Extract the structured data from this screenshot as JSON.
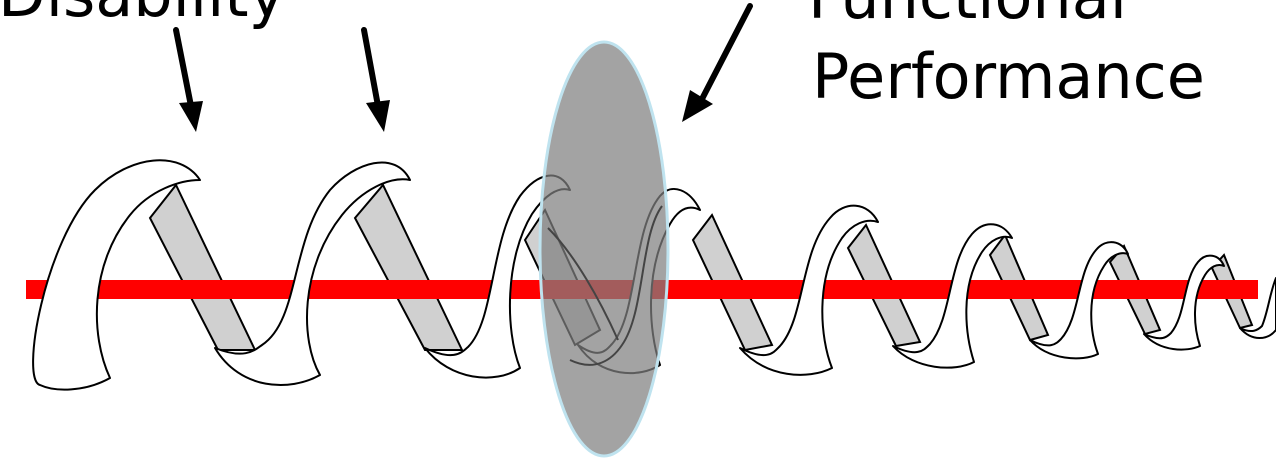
{
  "labels": {
    "left": "Disability",
    "right_line1": "Functional",
    "right_line2": "Performance"
  },
  "colors": {
    "axis": "#ff0000",
    "ribbon_back": "#d0d0d0",
    "ribbon_front": "#ffffff",
    "ribbon_stroke": "#000000",
    "ellipse_fill": "#808080",
    "ellipse_stroke": "#bfe3ef",
    "arrow": "#000000"
  },
  "icons": {
    "helix": "spiral-ribbon",
    "section": "cross-section-ellipse"
  }
}
